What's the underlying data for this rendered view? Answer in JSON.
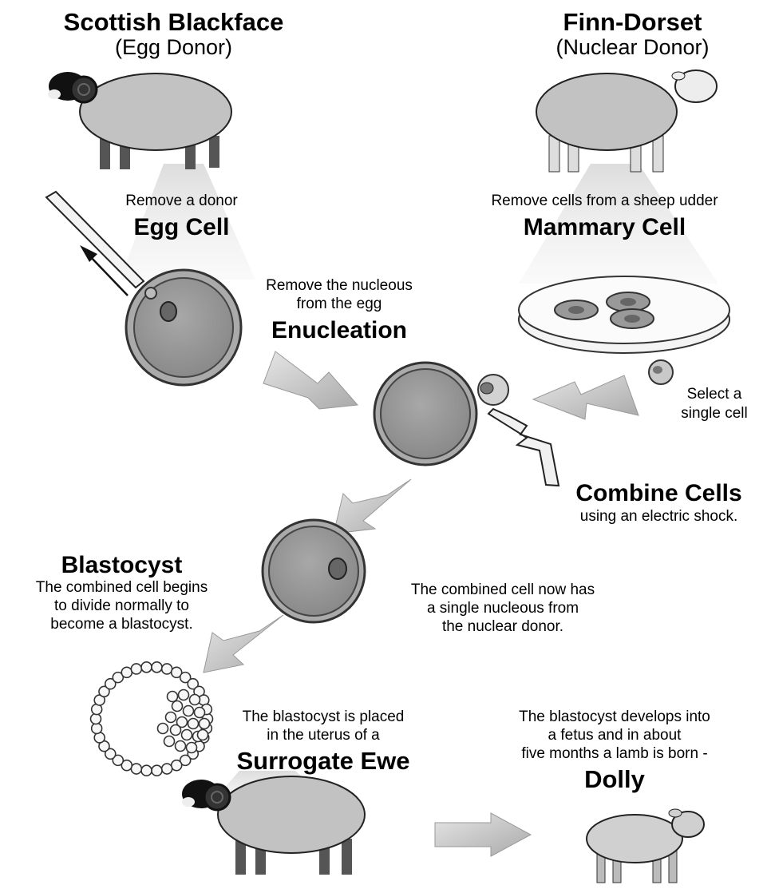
{
  "donor_egg": {
    "title": "Scottish Blackface",
    "role": "(Egg Donor)"
  },
  "donor_nucleus": {
    "title": "Finn-Dorset",
    "role": "(Nuclear Donor)"
  },
  "egg_cell": {
    "caption": "Remove a donor",
    "heading": "Egg Cell"
  },
  "mammary_cell": {
    "caption": "Remove cells from a sheep udder",
    "heading": "Mammary Cell"
  },
  "enucleation": {
    "caption_line1": "Remove the nucleous",
    "caption_line2": "from the egg",
    "heading": "Enucleation"
  },
  "select": {
    "line1": "Select a",
    "line2": "single cell"
  },
  "combine": {
    "heading": "Combine Cells",
    "caption": "using an electric shock."
  },
  "combined_note": {
    "line1": "The combined cell now has",
    "line2": "a single nucleous from",
    "line3": "the nuclear donor."
  },
  "blastocyst": {
    "heading": "Blastocyst",
    "line1": "The combined cell begins",
    "line2": "to divide normally to",
    "line3": "become a blastocyst."
  },
  "surrogate": {
    "line1": "The blastocyst is placed",
    "line2": "in the uterus of a",
    "heading": "Surrogate Ewe"
  },
  "dolly": {
    "line1": "The blastocyst develops into",
    "line2": "a fetus and in about",
    "line3": "five months a lamb is born -",
    "heading": "Dolly"
  }
}
